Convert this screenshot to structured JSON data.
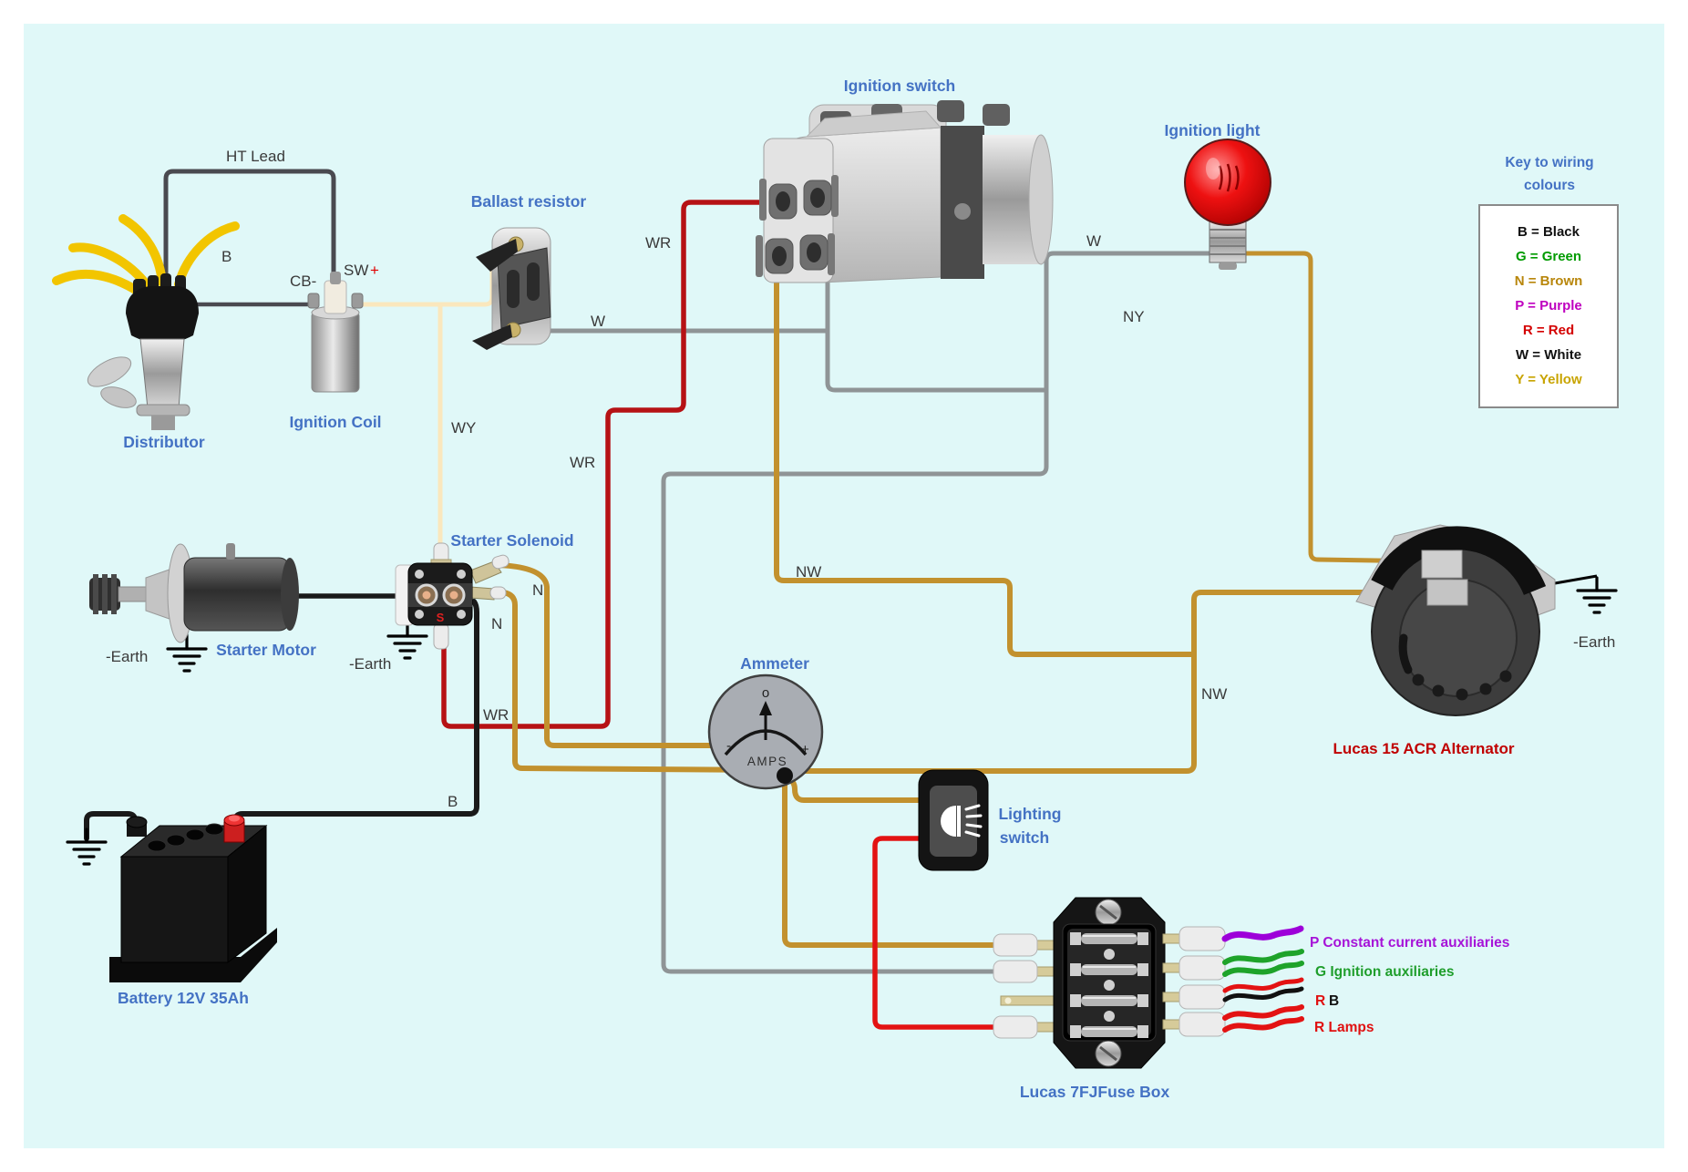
{
  "key": {
    "title_1": "Key to wiring",
    "title_2": "colours",
    "entries": [
      {
        "text": "B = Black",
        "color": "#111111"
      },
      {
        "text": "G = Green",
        "color": "#009b00"
      },
      {
        "text": "N = Brown",
        "color": "#b8860b"
      },
      {
        "text": "P = Purple",
        "color": "#bf00bf"
      },
      {
        "text": "R = Red",
        "color": "#d40000"
      },
      {
        "text": "W = White",
        "color": "#111111"
      },
      {
        "text": "Y = Yellow",
        "color": "#c8a400"
      }
    ]
  },
  "labels": {
    "distributor": "Distributor",
    "ignition_coil": "Ignition Coil",
    "ballast_resistor": "Ballast resistor",
    "ignition_switch": "Ignition switch",
    "ignition_light": "Ignition light",
    "starter_motor": "Starter Motor",
    "starter_solenoid": "Starter Solenoid",
    "ammeter": "Ammeter",
    "battery": "Battery 12V 35Ah",
    "lighting_switch_1": "Lighting",
    "lighting_switch_2": "switch",
    "alternator": "Lucas 15 ACR Alternator",
    "fuse_box": "Lucas 7FJFuse Box"
  },
  "wires": {
    "ht_lead": "HT Lead",
    "b_dist": "B",
    "cb": "CB-",
    "sw": "SW",
    "sw_plus": "+",
    "wy": "WY",
    "w_ballast": "W",
    "wr_top": "WR",
    "wr_mid": "WR",
    "wr_low": "WR",
    "nw_switch": "NW",
    "w_light": "W",
    "ny": "NY",
    "nw_alt": "NW",
    "n_1": "N",
    "n_2": "N",
    "b_batt": "B"
  },
  "earth": {
    "motor": "-Earth",
    "solenoid": "-Earth",
    "alternator": "-Earth"
  },
  "ammeter": {
    "amps": "AMPS",
    "minus": "-",
    "plus": "+",
    "o": "o"
  },
  "solenoid": {
    "s": "S"
  },
  "fuse_outputs": {
    "p": {
      "text": "P Constant current auxiliaries",
      "color": "#a614d8"
    },
    "g": {
      "text": "G Ignition auxiliaries",
      "color": "#1f9e2c"
    },
    "rb_r": {
      "text": "R",
      "color": "#e01010"
    },
    "rb_b": {
      "text": "B",
      "color": "#111111"
    },
    "r": {
      "text": "R Lamps",
      "color": "#e01010"
    }
  },
  "colors": {
    "background": "#e0f8f8",
    "label_blue": "#4472c4",
    "label_red": "#c00000",
    "wire_brown": "#c2912e",
    "wire_gray": "#8f9496",
    "wire_dark_red": "#b61215",
    "wire_red": "#e31313",
    "wire_cream": "#fae7bd",
    "wire_black": "#1a1a1a"
  }
}
